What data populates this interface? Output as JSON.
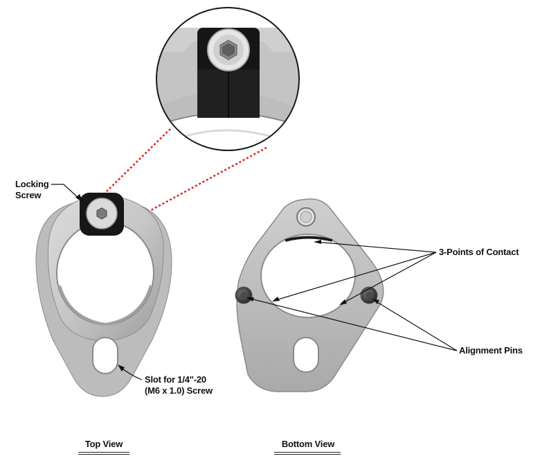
{
  "callouts": {
    "locking_screw": [
      "Locking",
      "Screw"
    ],
    "slot": [
      "Slot for 1/4\"-20",
      "(M6 x 1.0) Screw"
    ],
    "contact": "3-Points of Contact",
    "alignment": "Alignment Pins"
  },
  "views": {
    "top": "Top View",
    "bottom": "Bottom View"
  },
  "colors": {
    "metal": "#c9c9c9",
    "metal_dark": "#a8a8a8",
    "screw_block": "#1a1a1a",
    "zoom_link": "#e02020"
  }
}
